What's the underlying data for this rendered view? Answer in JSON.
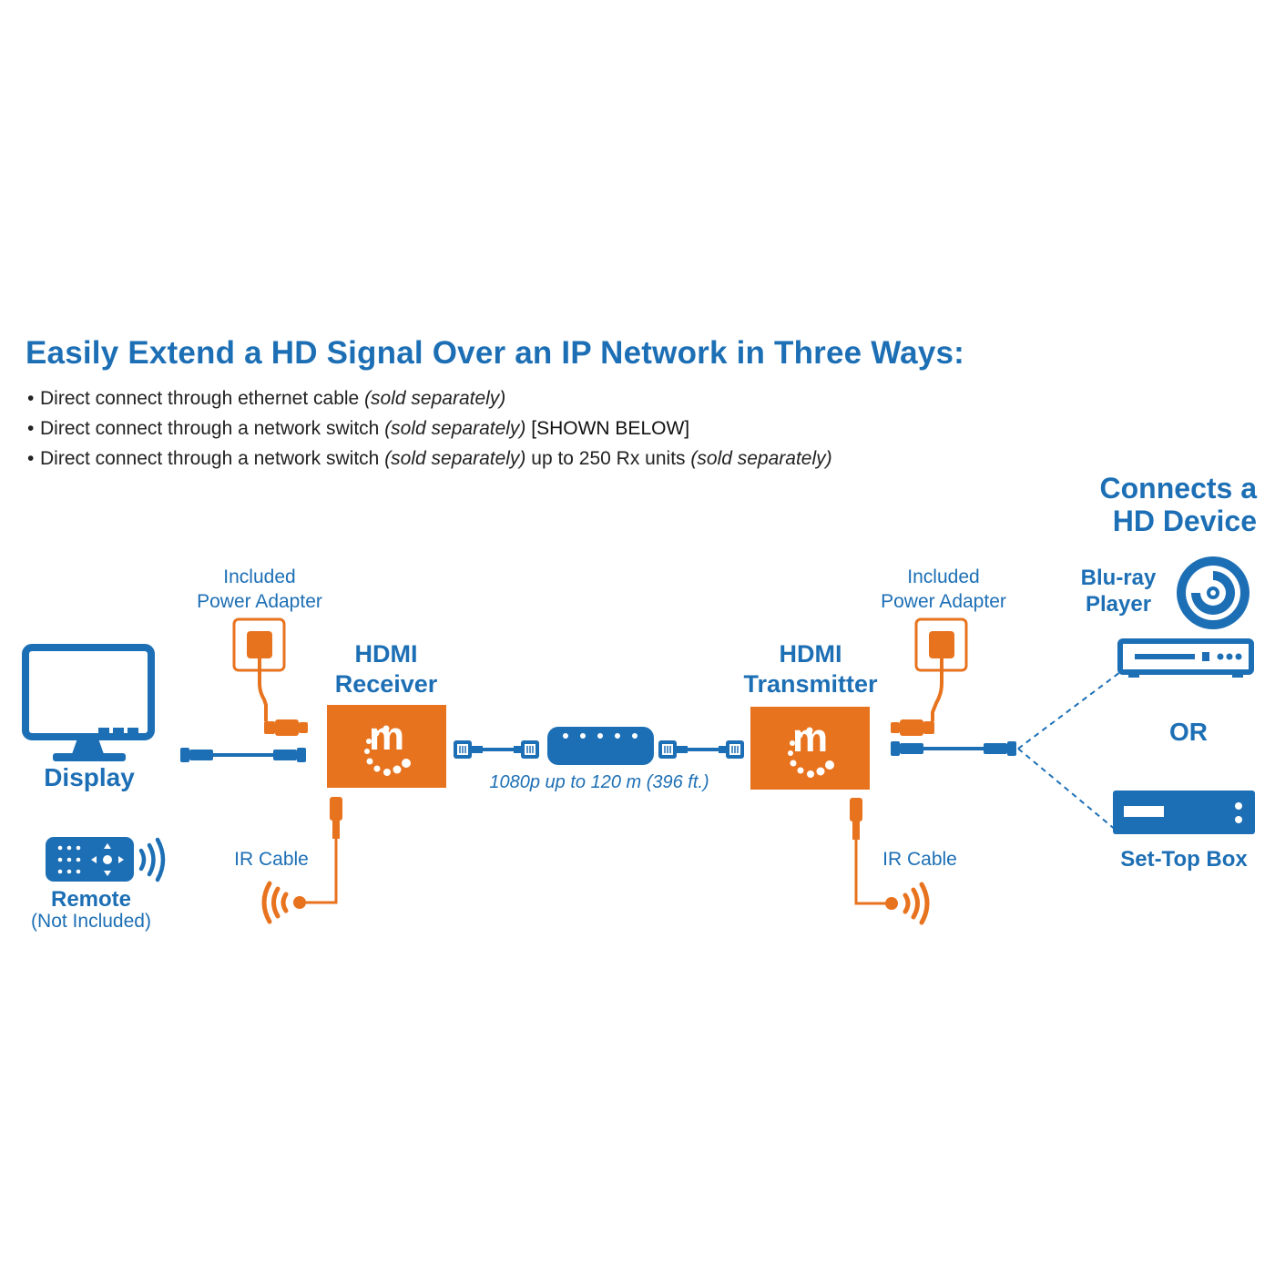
{
  "title": "Easily Extend a HD Signal Over an IP Network in Three Ways:",
  "bullets": [
    {
      "text": "Direct connect through ethernet cable",
      "note": "(sold separately)",
      "extra": "",
      "note2": ""
    },
    {
      "text": "Direct connect through a network switch",
      "note": "(sold separately)",
      "extra": "[SHOWN BELOW]",
      "note2": ""
    },
    {
      "text": "Direct connect through a network switch",
      "note": "(sold separately)",
      "extra": "up to 250 Rx units",
      "note2": "(sold separately)"
    }
  ],
  "connects_heading": {
    "line1": "Connects a",
    "line2": "HD Device"
  },
  "receiver": {
    "line1": "HDMI",
    "line2": "Receiver"
  },
  "transmitter": {
    "line1": "HDMI",
    "line2": "Transmitter"
  },
  "power_adapter_left": {
    "line1": "Included",
    "line2": "Power Adapter"
  },
  "power_adapter_right": {
    "line1": "Included",
    "line2": "Power Adapter"
  },
  "display_label": "Display",
  "remote_label": "Remote",
  "remote_note": "(Not Included)",
  "ir_cable_left": "IR Cable",
  "ir_cable_right": "IR Cable",
  "distance_label": "1080p up to 120 m (396 ft.)",
  "bluray": {
    "line1": "Blu-ray",
    "line2": "Player"
  },
  "or_label": "OR",
  "settop_label": "Set-Top Box",
  "brand_letter": "m",
  "colors": {
    "blue": "#1d6fb5",
    "orange": "#e8731f",
    "text": "#222222",
    "white": "#ffffff"
  }
}
